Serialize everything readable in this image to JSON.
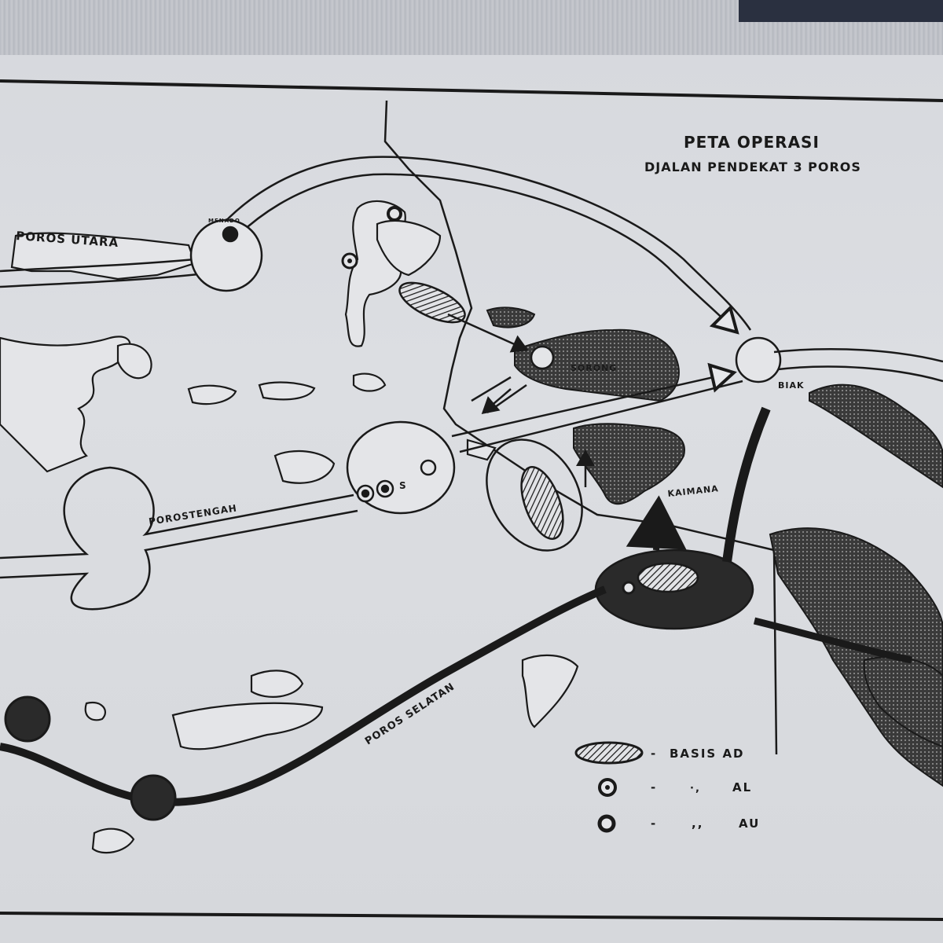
{
  "map": {
    "title": "PETA OPERASI",
    "subtitle": "DJALAN PENDEKAT 3 POROS",
    "axes": {
      "north": "POROS UTARA",
      "middle": "POROSTENGAH",
      "south": "POROS SELATAN"
    },
    "places": {
      "menado": "MENADO",
      "sorong": "SORONG",
      "biak": "BIAK",
      "kaimana": "KAIMANA",
      "s_mark": "S"
    }
  },
  "legend": {
    "items": [
      {
        "symbol": "hatched-ellipse-icon",
        "dash": "-",
        "ditto": "",
        "label": "BASIS  AD"
      },
      {
        "symbol": "dotted-circle-icon",
        "dash": "-",
        "ditto": "·,",
        "label": "AL"
      },
      {
        "symbol": "ring-icon",
        "dash": "-",
        "ditto": ",,",
        "label": "AU"
      }
    ]
  },
  "colors": {
    "ink": "#1a1a1a",
    "paper": "#dcdee2",
    "background": "#2b3140"
  }
}
